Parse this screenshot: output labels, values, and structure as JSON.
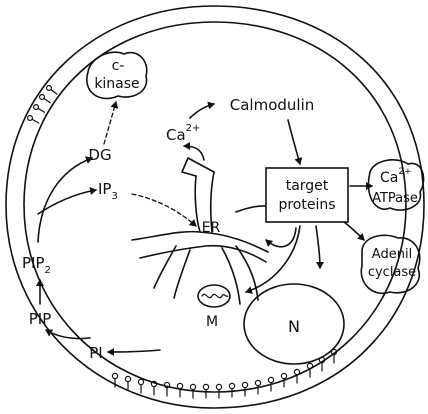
{
  "labels": {
    "c_kinase_1": "c-",
    "c_kinase_2": "kinase",
    "dg": "DG",
    "ip3_base": "IP",
    "ip3_sub": "3",
    "pip2_base": "PIP",
    "pip2_sub": "2",
    "pip": "PIP",
    "pi": "PI",
    "ca_base": "Ca",
    "ca_sup": "2+",
    "calmodulin": "Calmodulin",
    "er": "ER",
    "target_1": "target",
    "target_2": "proteins",
    "ca_atpase_base": "Ca",
    "ca_atpase_sup": "2+",
    "atpase": "ATPase",
    "adenil_1": "Adenil",
    "adenil_2": "cyclase",
    "mito": "M",
    "nucleus": "N"
  },
  "colors": {
    "ink": "#111111",
    "paper": "#ffffff"
  }
}
